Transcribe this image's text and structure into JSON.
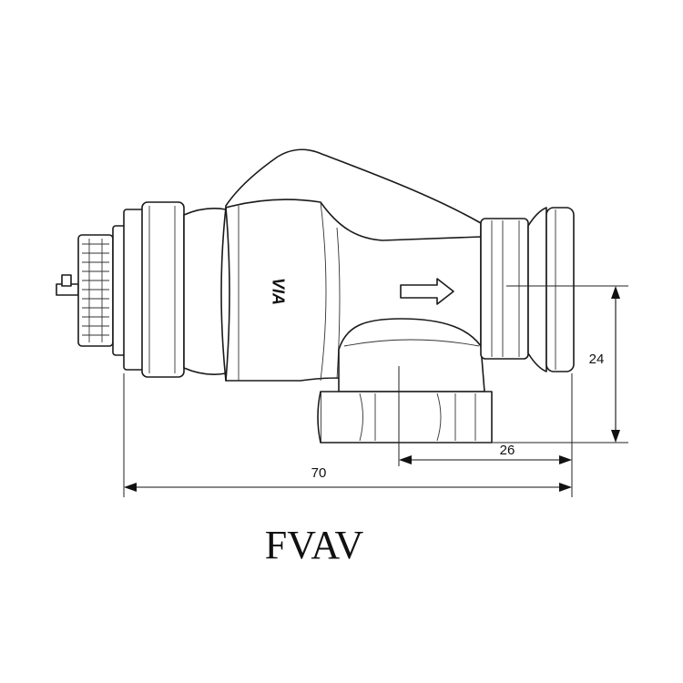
{
  "drawing": {
    "caption": "FVAV",
    "logo_text": "VIA",
    "dimensions": {
      "overall_length": "70",
      "outlet_offset": "26",
      "outlet_height": "24"
    },
    "flow_direction": "right",
    "icons": [
      "flow-arrow-icon",
      "brand-logo-icon"
    ]
  }
}
